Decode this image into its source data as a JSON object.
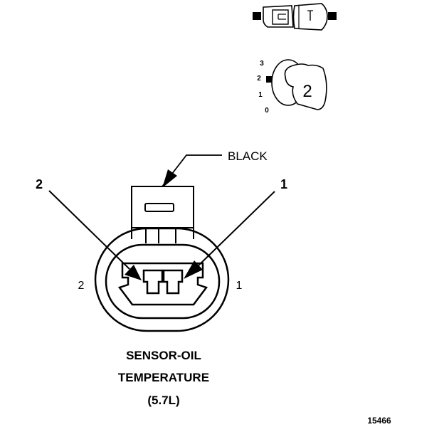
{
  "connector": {
    "color_label": "BLACK",
    "pin_callout_left": "2",
    "pin_callout_right": "1",
    "cavity_left": "2",
    "cavity_right": "1"
  },
  "position_indicator": {
    "scale_labels": [
      "3",
      "2",
      "1",
      "0"
    ],
    "key_number": "2"
  },
  "caption": {
    "line1": "SENSOR-OIL",
    "line2": "TEMPERATURE",
    "line3": "(5.7L)"
  },
  "figure_number": "15466",
  "colors": {
    "ink": "#000000",
    "paper": "#ffffff"
  }
}
